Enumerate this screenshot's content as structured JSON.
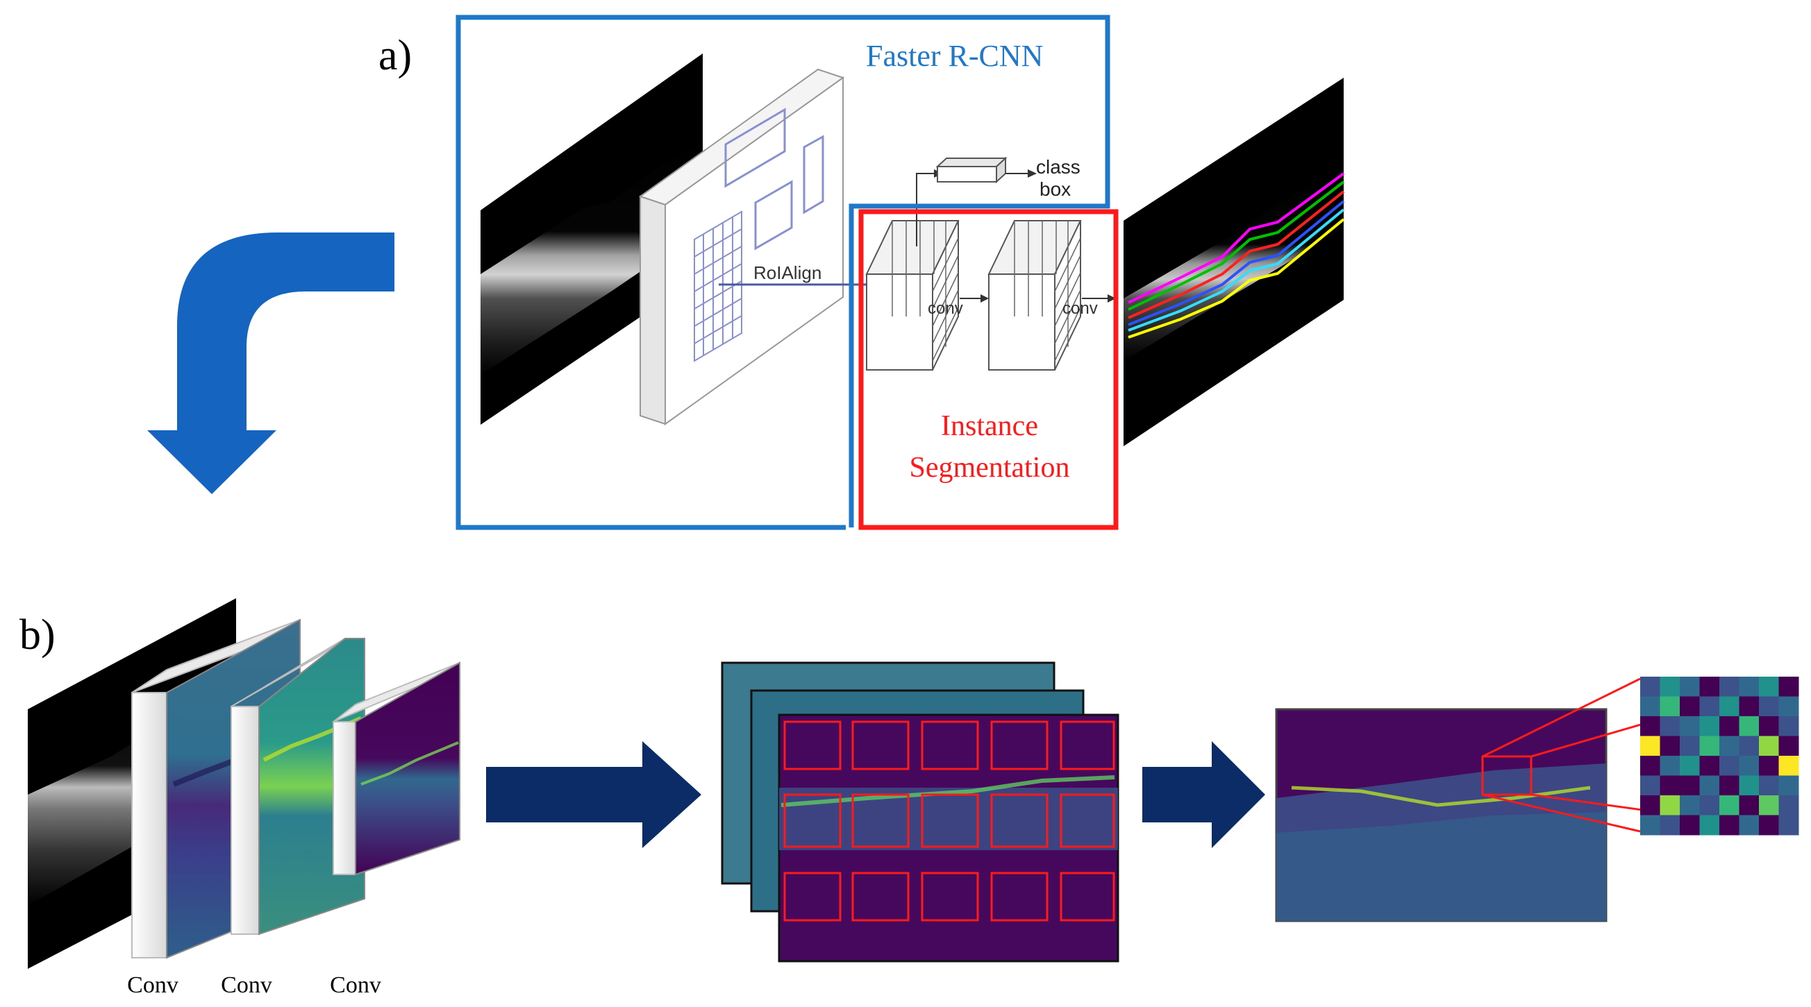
{
  "panel_a": {
    "label": "a)",
    "faster_rcnn_label": "Faster R-CNN",
    "roialign_label": "RoIAlign",
    "class_label": "class",
    "box_label": "box",
    "conv1_label": "conv",
    "conv2_label": "conv",
    "instance_seg_line1": "Instance",
    "instance_seg_line2": "Segmentation"
  },
  "panel_b": {
    "label": "b)",
    "conv_labels": [
      "Conv",
      "Conv",
      "Conv"
    ]
  },
  "colors": {
    "faster_rcnn_blue": "#1f78c8",
    "instance_red": "#ff1a1a",
    "flow_arrow_blue": "#1565c0",
    "step_arrow_navy": "#0b2c66",
    "viridis_dark": "#440154",
    "viridis_mid": "#2a788e",
    "viridis_light": "#fde725"
  },
  "icons": {
    "curved_arrow": "curved-down-arrow-icon",
    "step_arrow": "right-arrow-icon"
  }
}
